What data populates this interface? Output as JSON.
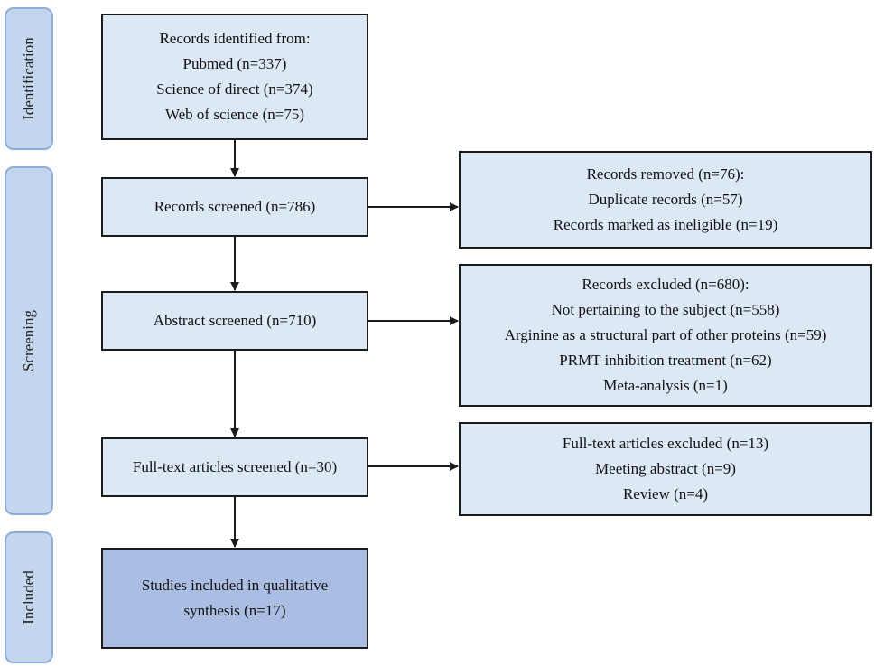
{
  "stages": {
    "identification": "Identification",
    "screening": "Screening",
    "included": "Included"
  },
  "boxes": {
    "identified": [
      "Records identified from:",
      "Pubmed (n=337)",
      "Science of direct (n=374)",
      "Web of science (n=75)"
    ],
    "screened": [
      "Records screened (n=786)"
    ],
    "abstract": [
      "Abstract screened (n=710)"
    ],
    "fulltext": [
      "Full-text articles screened (n=30)"
    ],
    "included": [
      "Studies included in qualitative",
      "synthesis (n=17)"
    ],
    "removed": [
      "Records removed (n=76):",
      "Duplicate records (n=57)",
      "Records marked as ineligible (n=19)"
    ],
    "excluded": [
      "Records excluded (n=680):",
      "Not pertaining to the subject (n=558)",
      "Arginine as a structural part of other proteins (n=59)",
      "PRMT inhibition treatment (n=62)",
      "Meta-analysis (n=1)"
    ],
    "ft_excluded": [
      "Full-text articles excluded (n=13)",
      "Meeting abstract (n=9)",
      "Review (n=4)"
    ]
  },
  "colors": {
    "stage_fill": "#c3d6ee",
    "box_fill": "#dde8f5",
    "included_fill": "#aabde2",
    "line": "#1b1b1b"
  }
}
